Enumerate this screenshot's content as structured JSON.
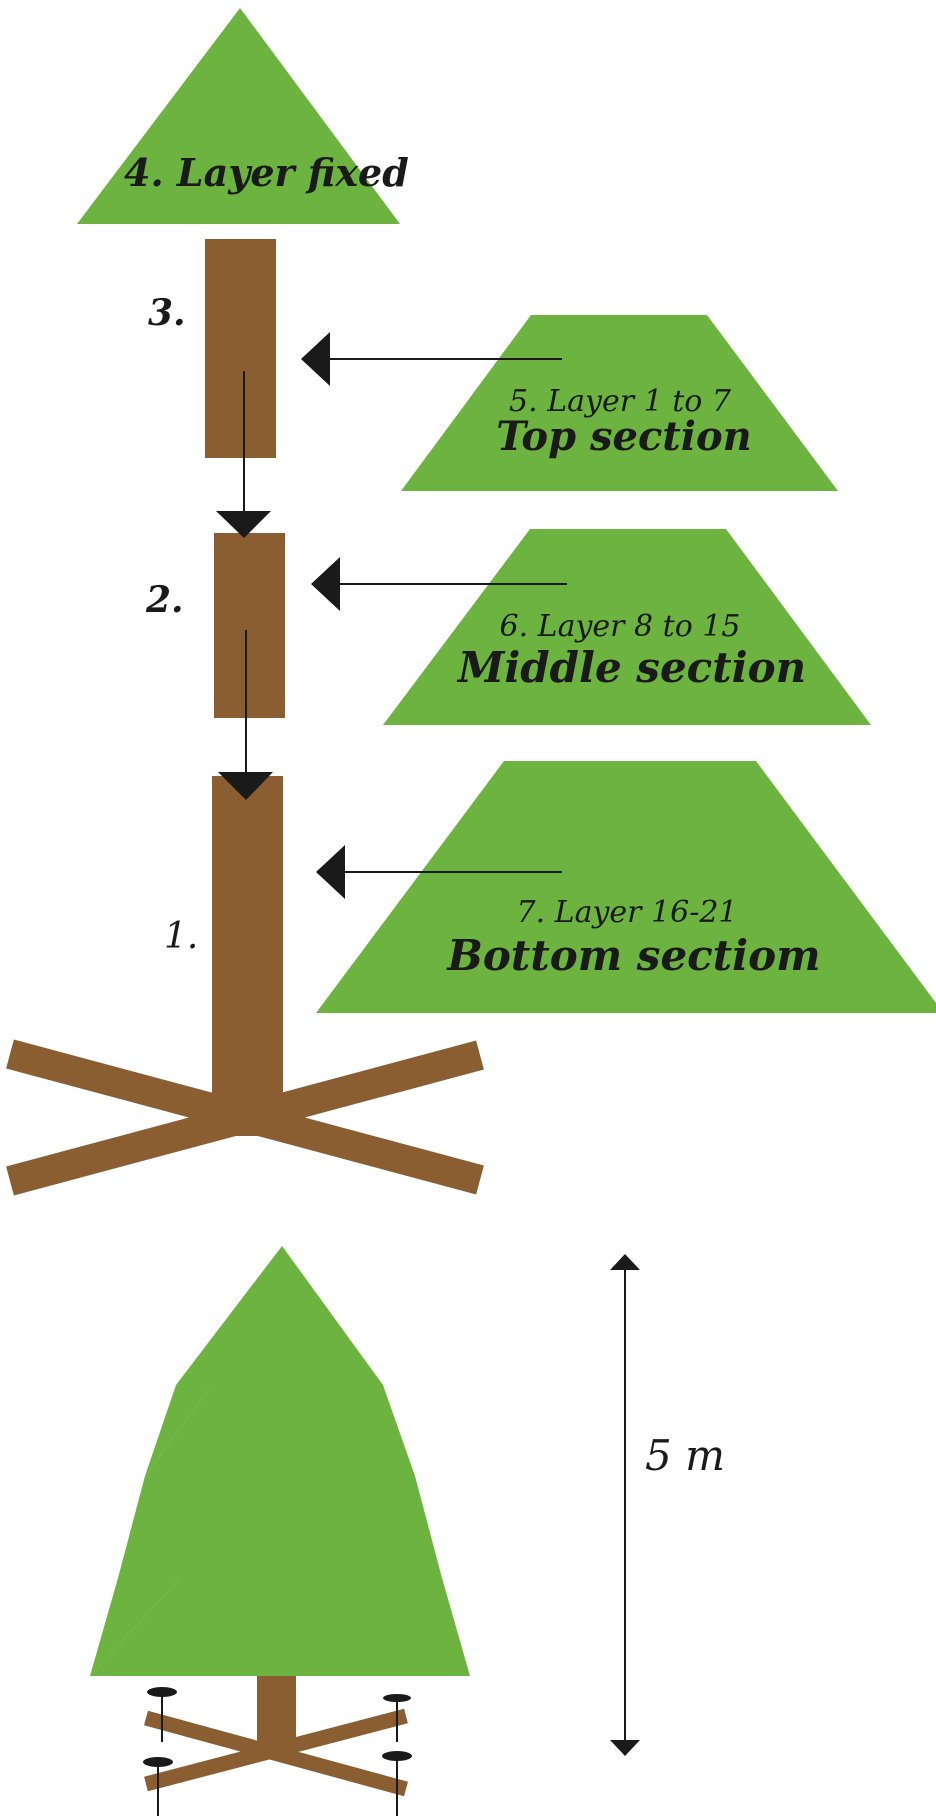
{
  "colors": {
    "foliage": "#6cb33f",
    "trunk": "#8b5e31",
    "ink": "#1a1a1a",
    "background": "#ffffff"
  },
  "segments": {
    "top": {
      "number": "3."
    },
    "middle": {
      "number": "2."
    },
    "bottom": {
      "number": "1."
    }
  },
  "crown": {
    "label": "4. Layer fixed"
  },
  "sections": {
    "top": {
      "layers": "5. Layer 1 to 7",
      "name": "Top section"
    },
    "middle": {
      "layers": "6. Layer 8 to 15",
      "name": "Middle section"
    },
    "bottom": {
      "layers": "7. Layer 16-21",
      "name": "Bottom sectiom"
    }
  },
  "assembled": {
    "height_label": "5 m"
  }
}
